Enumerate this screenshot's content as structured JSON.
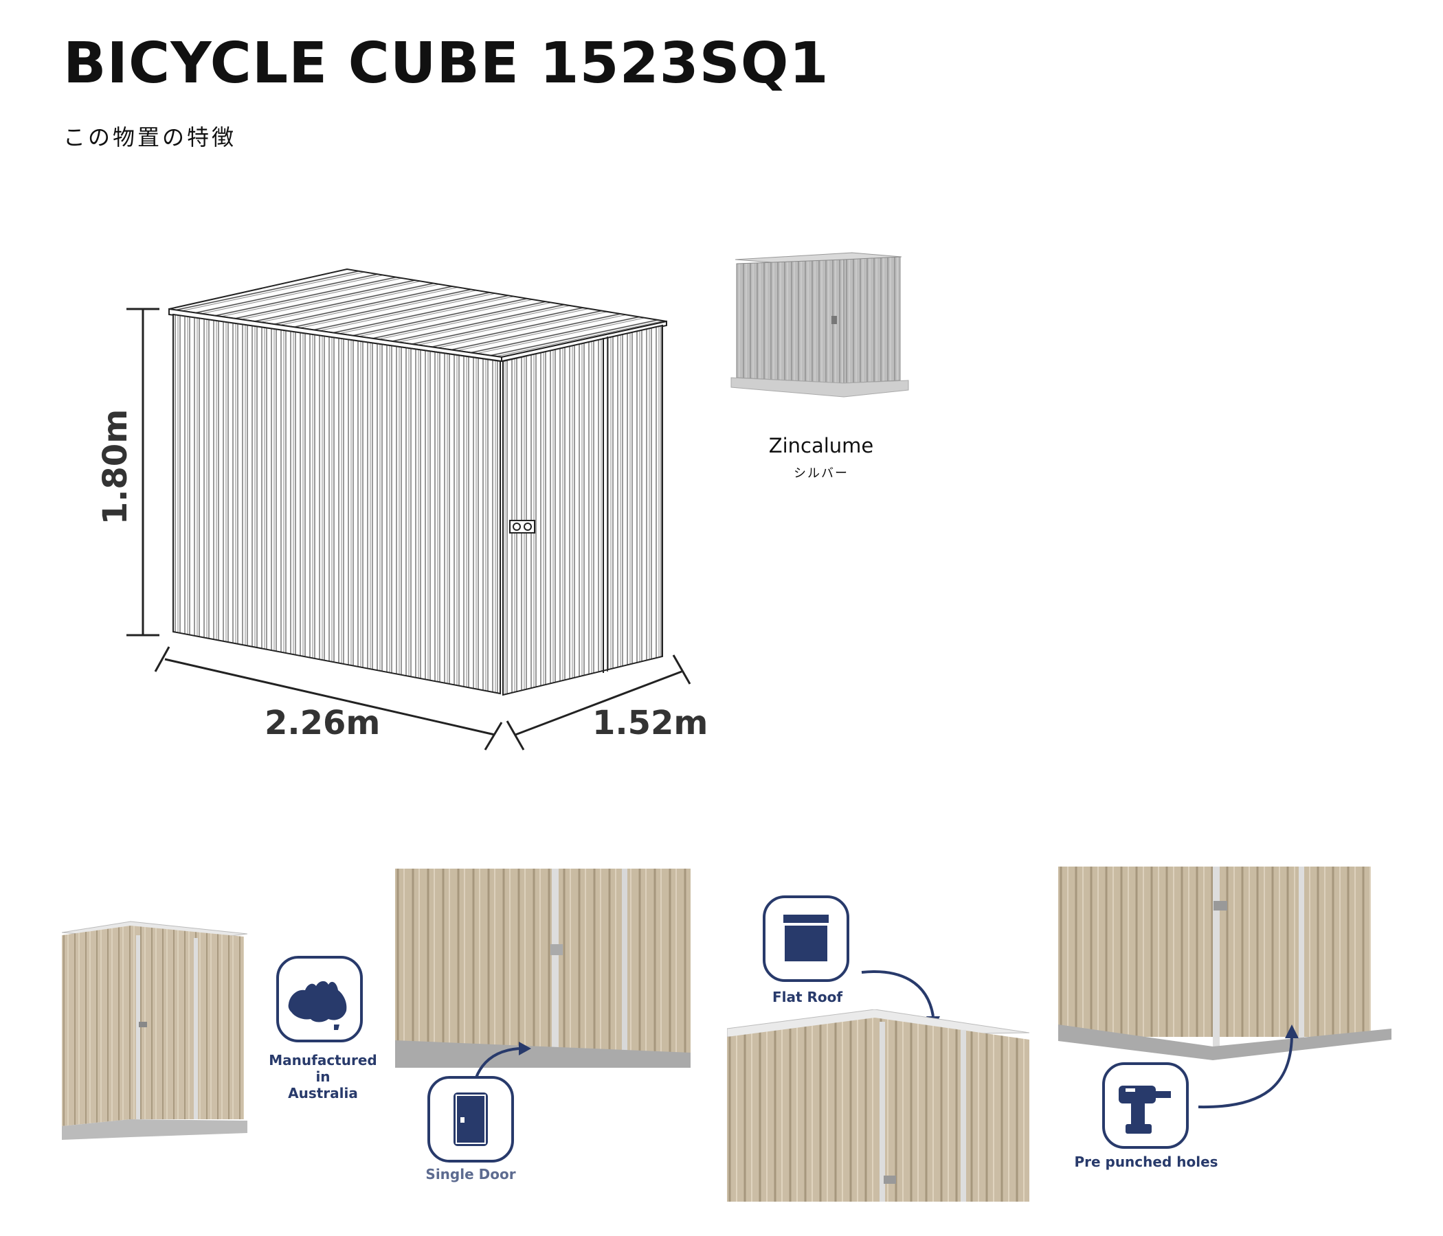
{
  "header": {
    "title": "BICYCLE CUBE 1523SQ1",
    "subtitle": "この物置の特徴"
  },
  "dimensions": {
    "height": "1.80m",
    "width": "2.26m",
    "depth": "1.52m"
  },
  "color_option": {
    "name": "Zincalume",
    "subname": "シルバー"
  },
  "features": [
    {
      "label_line1": "Manufactured in",
      "label_line2": "Australia",
      "icon": "australia-map-icon"
    },
    {
      "label": "Single Door",
      "icon": "door-icon"
    },
    {
      "label": "Flat Roof",
      "icon": "flat-roof-icon"
    },
    {
      "label": "Pre punched holes",
      "icon": "drill-icon"
    }
  ],
  "colors": {
    "accent_navy": "#283a6b",
    "shed_beige": "#cdbfa8",
    "zincalume": "#b9b9b9"
  }
}
